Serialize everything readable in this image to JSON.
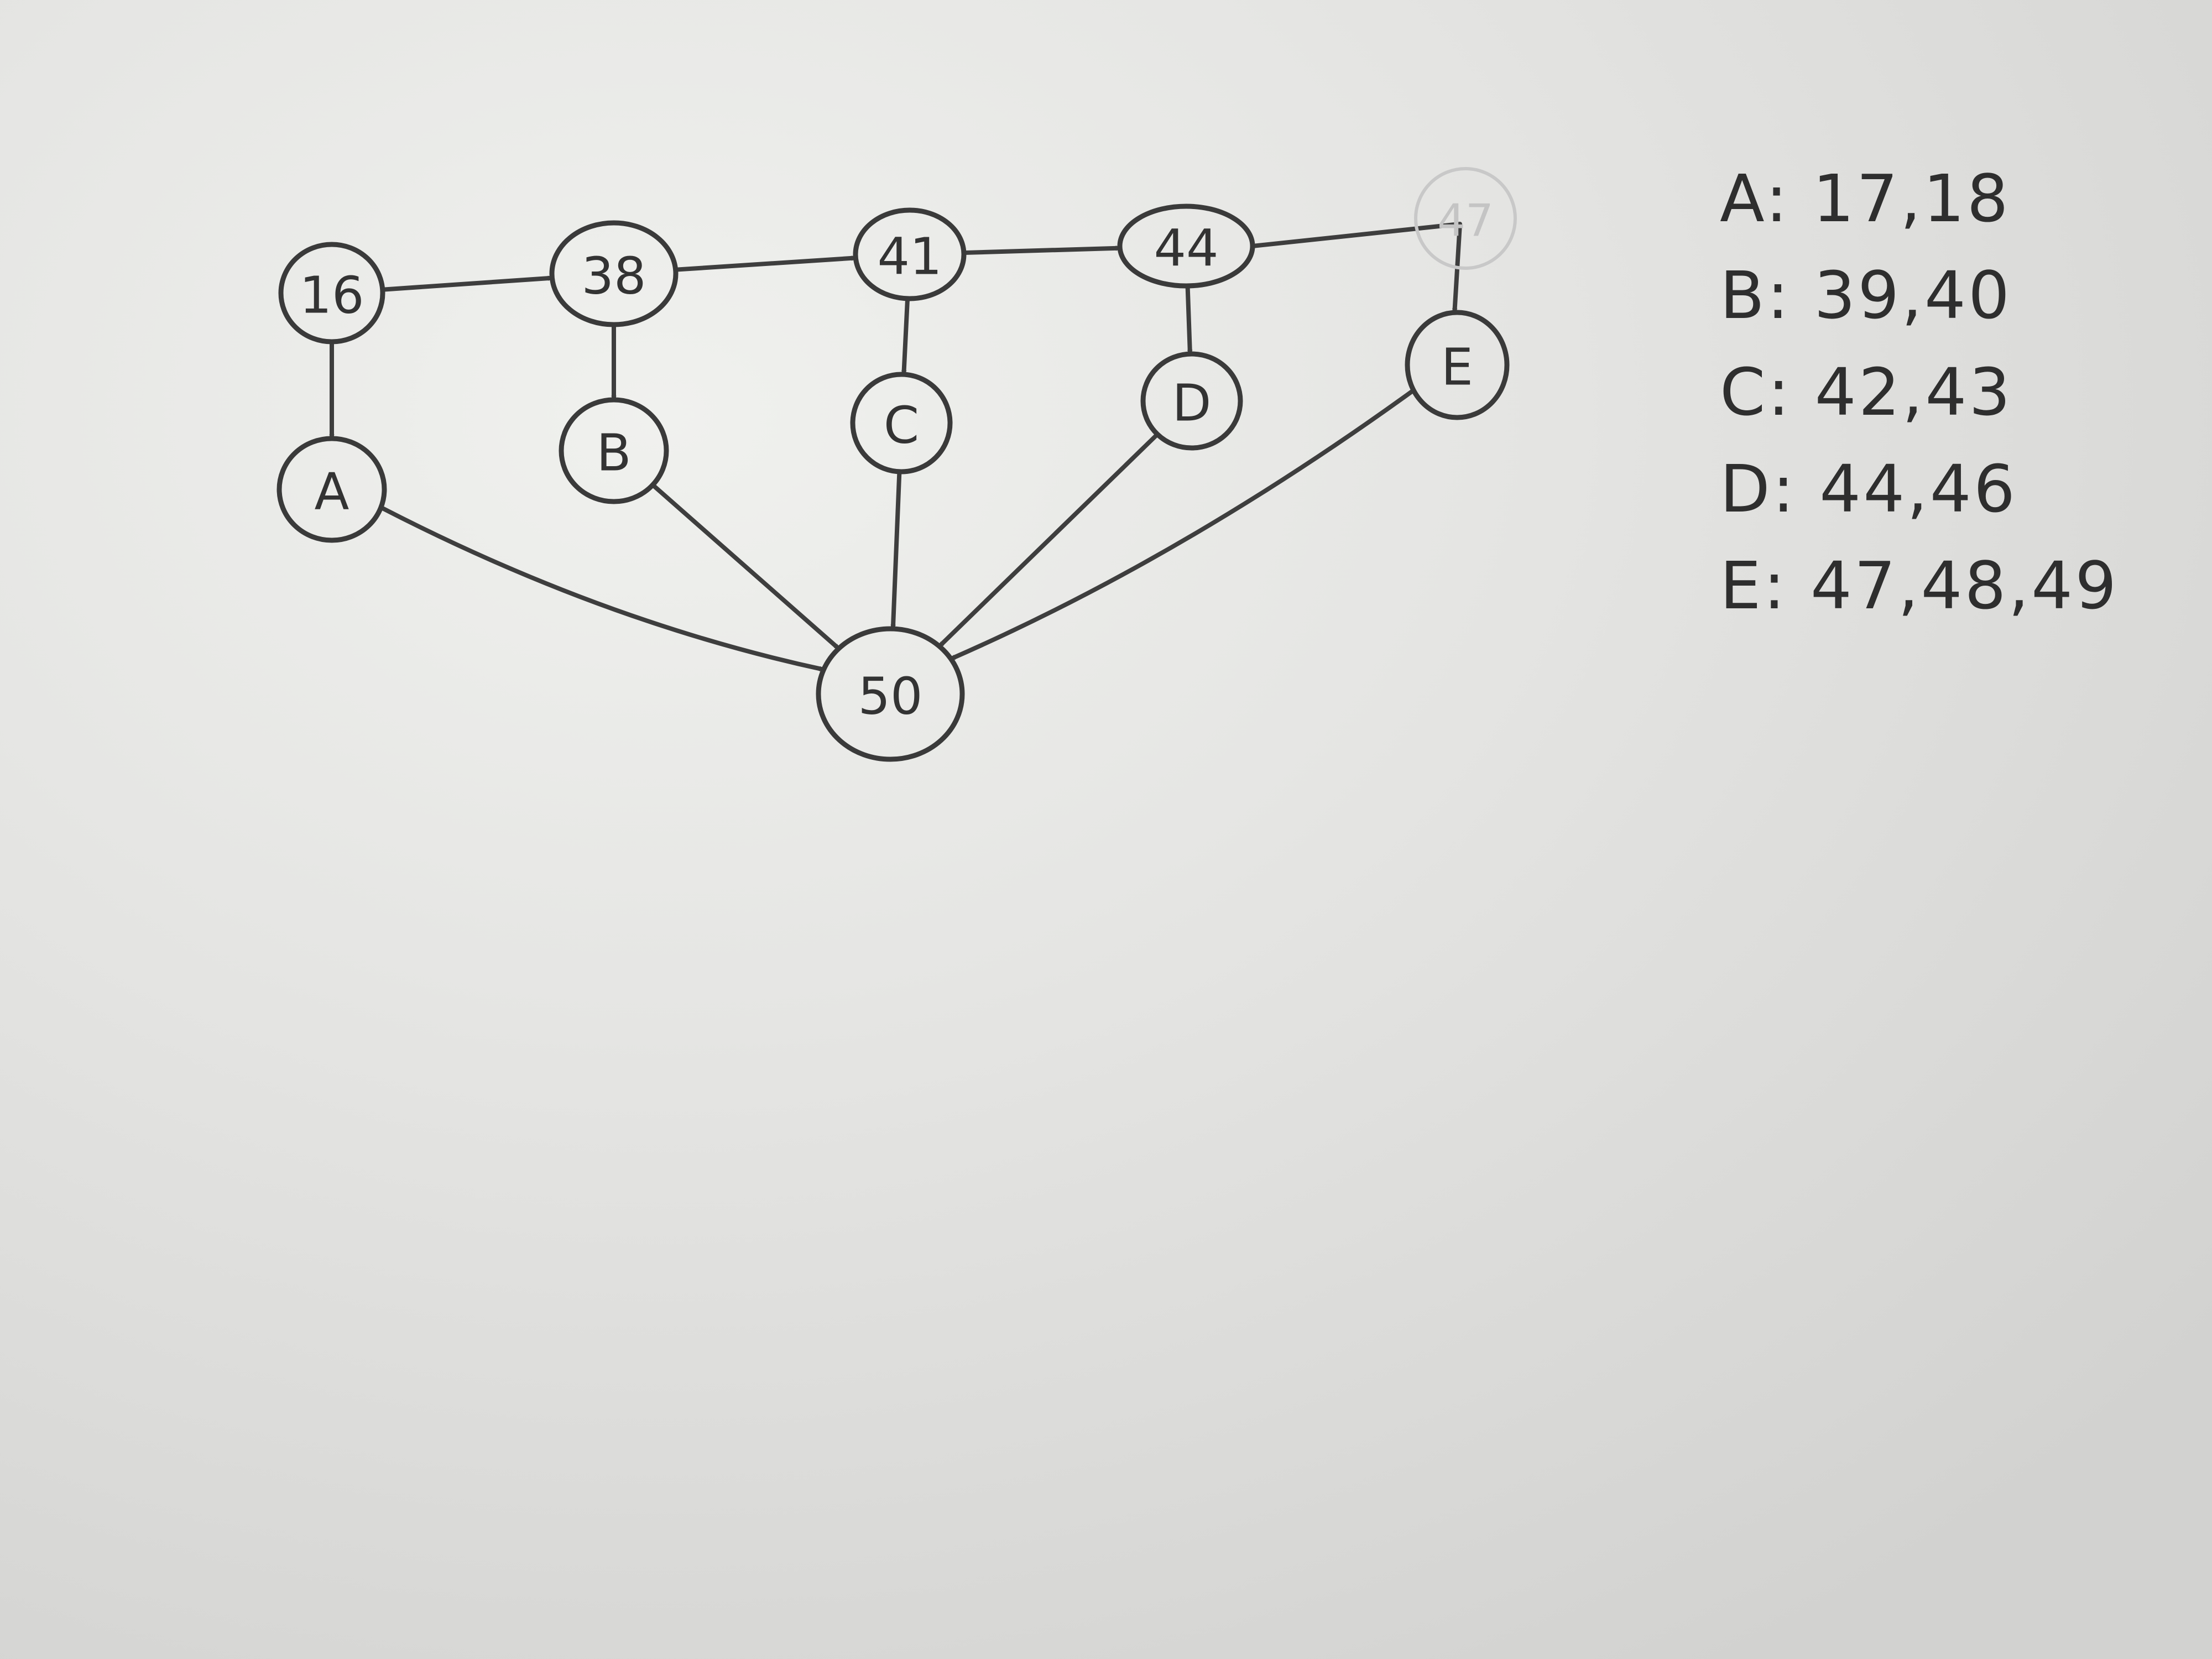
{
  "diagram": {
    "nodes": [
      {
        "id": "n16",
        "label": "16"
      },
      {
        "id": "n38",
        "label": "38"
      },
      {
        "id": "n41",
        "label": "41"
      },
      {
        "id": "n44",
        "label": "44"
      },
      {
        "id": "n47",
        "label": "47",
        "faint": true
      },
      {
        "id": "nA",
        "label": "A"
      },
      {
        "id": "nB",
        "label": "B"
      },
      {
        "id": "nC",
        "label": "C"
      },
      {
        "id": "nD",
        "label": "D"
      },
      {
        "id": "nE",
        "label": "E"
      },
      {
        "id": "n50",
        "label": "50"
      }
    ],
    "edges": [
      {
        "from": "n16",
        "to": "n38"
      },
      {
        "from": "n38",
        "to": "n41"
      },
      {
        "from": "n41",
        "to": "n44"
      },
      {
        "from": "n44",
        "to": "nE",
        "via": "n47"
      },
      {
        "from": "n16",
        "to": "nA"
      },
      {
        "from": "n38",
        "to": "nB"
      },
      {
        "from": "n41",
        "to": "nC"
      },
      {
        "from": "n44",
        "to": "nD"
      },
      {
        "from": "nA",
        "to": "n50"
      },
      {
        "from": "nB",
        "to": "n50"
      },
      {
        "from": "nC",
        "to": "n50"
      },
      {
        "from": "nD",
        "to": "n50"
      },
      {
        "from": "nE",
        "to": "n50"
      }
    ]
  },
  "legend": [
    {
      "text": "A: 17,18"
    },
    {
      "text": "B: 39,40"
    },
    {
      "text": "C: 42,43"
    },
    {
      "text": "D: 44,46"
    },
    {
      "text": "E: 47,48,49"
    }
  ]
}
